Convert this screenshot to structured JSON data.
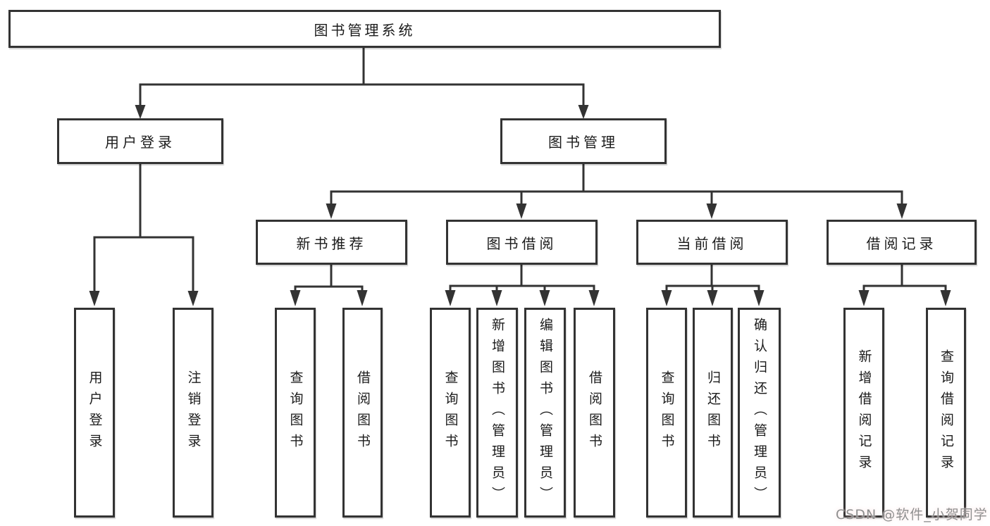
{
  "diagram": {
    "type": "hierarchy-tree",
    "tree": {
      "label": "图书管理系统",
      "children": [
        {
          "label": "用户登录",
          "children": [
            {
              "label": "用户登录"
            },
            {
              "label": "注销登录"
            }
          ]
        },
        {
          "label": "图书管理",
          "children": [
            {
              "label": "新书推荐",
              "children": [
                {
                  "label": "查询图书"
                },
                {
                  "label": "借阅图书"
                }
              ]
            },
            {
              "label": "图书借阅",
              "children": [
                {
                  "label": "查询图书"
                },
                {
                  "label": "新增图书（管理员）"
                },
                {
                  "label": "编辑图书（管理员）"
                },
                {
                  "label": "借阅图书"
                }
              ]
            },
            {
              "label": "当前借阅",
              "children": [
                {
                  "label": "查询图书"
                },
                {
                  "label": "归还图书"
                },
                {
                  "label": "确认归还（管理员）"
                }
              ]
            },
            {
              "label": "借阅记录",
              "children": [
                {
                  "label": "新增借阅记录"
                },
                {
                  "label": "查询借阅记录"
                }
              ]
            }
          ]
        }
      ]
    },
    "colors": {
      "line": "#333333",
      "box_border": "#333333",
      "box_fill": "#ffffff",
      "text": "#1b1b1b",
      "background": "#ffffff"
    }
  },
  "watermark": {
    "text": "CSDN @软件_小贺同学",
    "color": "#8f8f8f"
  }
}
